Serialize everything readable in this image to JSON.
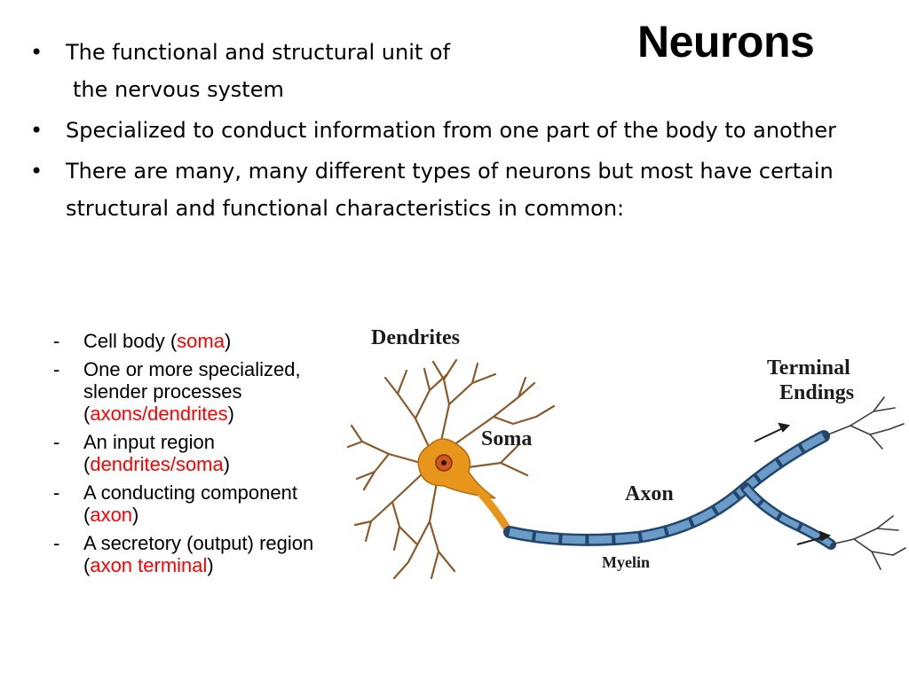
{
  "slide": {
    "title": "Neurons",
    "bullets": [
      {
        "line1": "The functional and structural unit of",
        "line2": "the nervous system"
      },
      {
        "text": "Specialized to conduct information from one part of the body to another"
      },
      {
        "text": "There are many, many different types of neurons but most have certain structural and functional characteristics in common:"
      }
    ],
    "bullet_symbol": "•",
    "dash_symbol": "-",
    "sub_items": [
      {
        "pre": "Cell body (",
        "term": "soma",
        "post": ")"
      },
      {
        "pre": "One or more specialized, slender processes (",
        "term": "axons/dendrites",
        "post": ")"
      },
      {
        "pre": "An input region (",
        "term": "dendrites/soma",
        "post": ")"
      },
      {
        "pre": "A conducting component (",
        "term": "axon",
        "post": ")"
      },
      {
        "pre": "A secretory (output) region (",
        "term": "axon terminal",
        "post": ")"
      }
    ],
    "highlight_color": "#ff0000"
  },
  "figure": {
    "labels": {
      "dendrites": "Dendrites",
      "soma": "Soma",
      "terminal_1": "Terminal",
      "terminal_2": "Endings",
      "axon": "Axon",
      "myelin": "Myelin"
    },
    "colors": {
      "soma": "#e8951c",
      "nucleus": "#d2581a",
      "dendrite": "#8a5a2a",
      "myelin": "#4a7fb0",
      "myelin_dark": "#22466e",
      "terminal": "#3c3c3c"
    }
  }
}
